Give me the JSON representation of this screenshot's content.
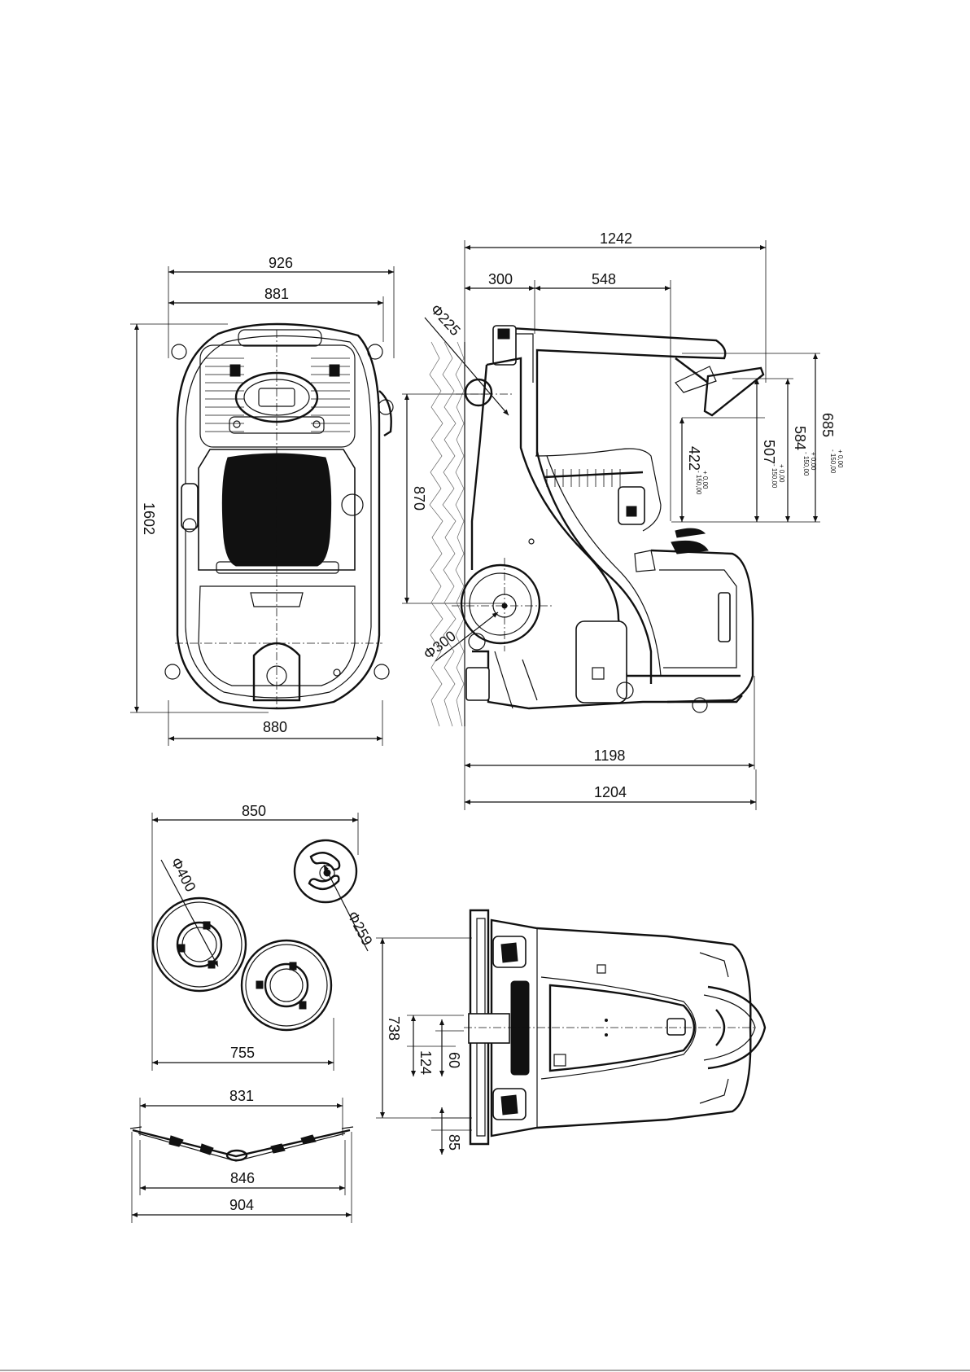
{
  "drawing": {
    "top_view": {
      "width_overall": "926",
      "width_body": "881",
      "length": "1602",
      "width_rear": "880"
    },
    "side_view": {
      "length_overall": "1242",
      "offset_front": "300",
      "offset_mid": "548",
      "front_diameter": "Φ225",
      "wheel_diameter": "Φ300",
      "height_brush": "870",
      "length_1": "1198",
      "length_2": "1204",
      "heights": [
        {
          "value": "422",
          "upper_tol": "+ 0,00",
          "lower_tol": "- 150,00"
        },
        {
          "value": "507",
          "upper_tol": "+ 0,00",
          "lower_tol": "- 150,00"
        },
        {
          "value": "584",
          "upper_tol": "+ 0,00",
          "lower_tol": "- 150,00"
        },
        {
          "value": "685",
          "upper_tol": "+ 0,00",
          "lower_tol": "- 150,00"
        }
      ]
    },
    "brushes": {
      "span_top": "850",
      "brush_large_diameter": "Φ400",
      "pad_diameter": "Φ259",
      "span_bottom": "755"
    },
    "squeegee": {
      "width_1": "831",
      "width_2": "846",
      "width_3": "904"
    },
    "bottom_view": {
      "width": "738",
      "offset_a": "124",
      "offset_b": "60",
      "offset_c": "85"
    }
  },
  "colors": {
    "line": "#111111",
    "background": "#ffffff",
    "wall_hatch": "#666666"
  }
}
